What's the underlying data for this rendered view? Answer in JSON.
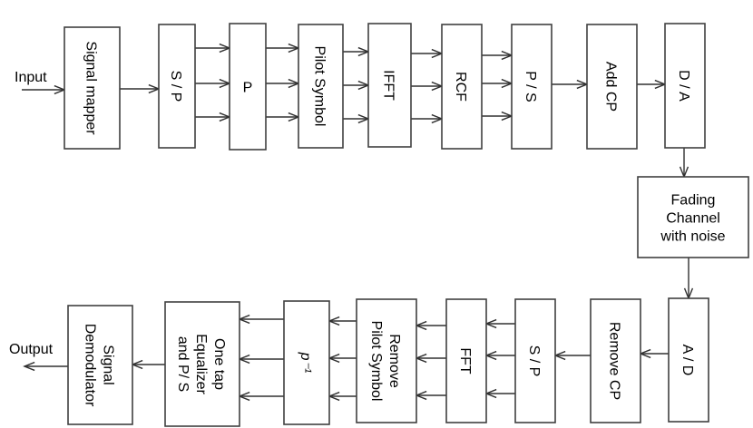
{
  "diagram": {
    "title": "OFDM transmitter / receiver block diagram",
    "input_label": "Input",
    "output_label": "Output",
    "transmitter": [
      {
        "id": "signal-mapper",
        "lines": [
          "Signal mapper"
        ]
      },
      {
        "id": "s-to-p",
        "lines": [
          "S / P"
        ]
      },
      {
        "id": "p",
        "lines": [
          "P"
        ]
      },
      {
        "id": "pilot-symbol",
        "lines": [
          "Pilot Symbol"
        ]
      },
      {
        "id": "ifft",
        "lines": [
          "IFFT"
        ]
      },
      {
        "id": "rcf",
        "lines": [
          "RCF"
        ]
      },
      {
        "id": "p-to-s",
        "lines": [
          "P / S"
        ]
      },
      {
        "id": "add-cp",
        "lines": [
          "Add CP"
        ]
      },
      {
        "id": "d-to-a",
        "lines": [
          "D / A"
        ]
      }
    ],
    "channel": {
      "id": "fading-channel",
      "lines": [
        "Fading",
        "Channel",
        "with noise"
      ]
    },
    "receiver": [
      {
        "id": "a-to-d",
        "lines": [
          "A / D"
        ]
      },
      {
        "id": "remove-cp",
        "lines": [
          "Remove  CP"
        ]
      },
      {
        "id": "s-to-p-rx",
        "lines": [
          "S / P"
        ]
      },
      {
        "id": "fft",
        "lines": [
          "FFT"
        ]
      },
      {
        "id": "remove-pilot-symbol",
        "lines": [
          "Remove",
          "Pilot Symbol"
        ]
      },
      {
        "id": "p-inverse",
        "lines": [
          "p⁻¹"
        ]
      },
      {
        "id": "equalizer",
        "lines": [
          "One tap",
          "Equalizer",
          "and P/ S"
        ]
      },
      {
        "id": "signal-demodulator",
        "lines": [
          "Signal",
          "Demodulator"
        ]
      }
    ]
  }
}
